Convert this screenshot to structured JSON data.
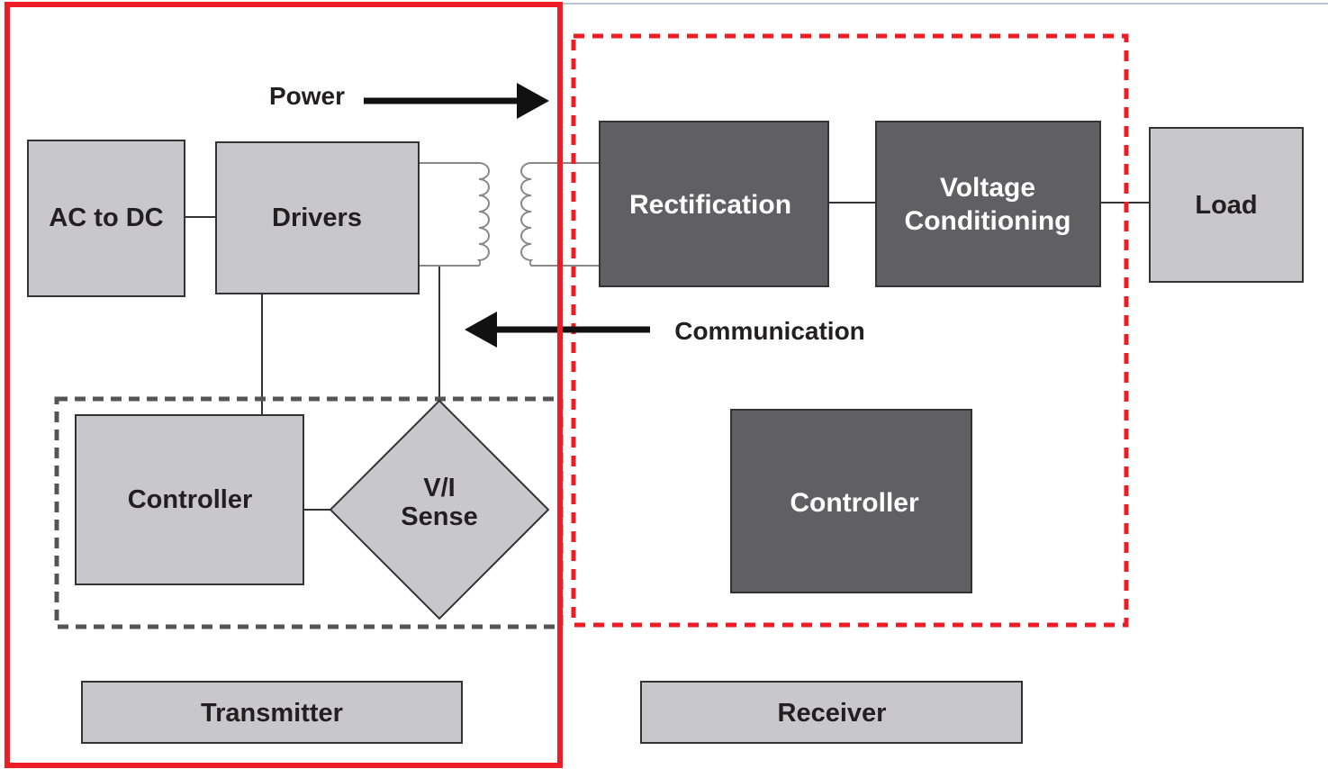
{
  "labels": {
    "power": "Power",
    "communication": "Communication",
    "transmitter": "Transmitter",
    "receiver": "Receiver"
  },
  "blocks": {
    "ac_to_dc": "AC to DC",
    "drivers": "Drivers",
    "tx_controller": "Controller",
    "vi_sense_line1": "V/I",
    "vi_sense_line2": "Sense",
    "rectification": "Rectification",
    "voltage_conditioning_line1": "Voltage",
    "voltage_conditioning_line2": "Conditioning",
    "load": "Load",
    "rx_controller": "Controller"
  },
  "colors": {
    "light_block": "#c8c8ca",
    "dark_block": "#606062",
    "highlight_red": "#ee1c24",
    "dash_grey": "#555555",
    "line": "#333333"
  }
}
